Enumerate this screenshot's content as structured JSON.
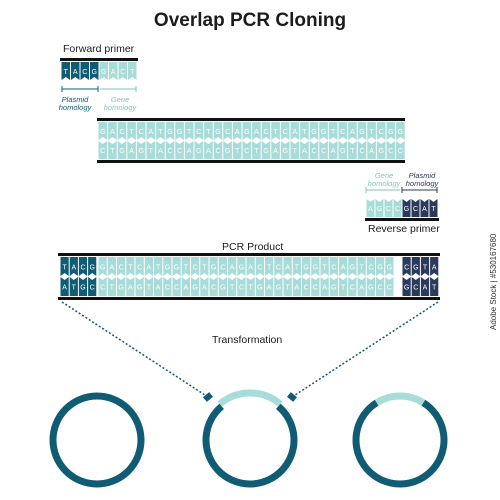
{
  "title": "Overlap PCR Cloning",
  "forward_primer": {
    "label": "Forward primer",
    "plasmid_bases": [
      "T",
      "A",
      "C",
      "G"
    ],
    "gene_bases": [
      "G",
      "A",
      "C",
      "T"
    ],
    "plasmid_homology": "Plasmid homology",
    "gene_homology": "Gene homology"
  },
  "gene": {
    "top_strand": [
      "G",
      "A",
      "C",
      "T",
      "C",
      "A",
      "T",
      "G",
      "G",
      "T",
      "C",
      "T",
      "G",
      "C",
      "A",
      "G",
      "A",
      "C",
      "T",
      "C",
      "A",
      "T",
      "G",
      "G",
      "T",
      "C",
      "A",
      "G",
      "T",
      "C",
      "G",
      "G"
    ],
    "bottom_strand": [
      "C",
      "T",
      "G",
      "A",
      "G",
      "T",
      "A",
      "C",
      "C",
      "A",
      "G",
      "A",
      "C",
      "G",
      "T",
      "C",
      "T",
      "G",
      "A",
      "G",
      "T",
      "A",
      "C",
      "C",
      "A",
      "G",
      "T",
      "C",
      "A",
      "G",
      "C",
      "C"
    ]
  },
  "reverse_primer": {
    "label": "Reverse primer",
    "gene_bases": [
      "A",
      "G",
      "C",
      "C"
    ],
    "plasmid_bases": [
      "G",
      "C",
      "A",
      "T"
    ],
    "gene_homology": "Gene homology",
    "plasmid_homology": "Plasmid homology"
  },
  "pcr_product": {
    "label": "PCR Product",
    "left_top": [
      "T",
      "A",
      "C",
      "G"
    ],
    "left_bottom": [
      "A",
      "T",
      "G",
      "C"
    ],
    "mid_top": [
      "G",
      "A",
      "C",
      "T",
      "C",
      "A",
      "T",
      "G",
      "G",
      "T",
      "C",
      "T",
      "G",
      "C",
      "A",
      "G",
      "A",
      "C",
      "T",
      "C",
      "A",
      "T",
      "G",
      "G",
      "T",
      "C",
      "A",
      "G",
      "T",
      "C",
      "G",
      "G"
    ],
    "mid_bottom": [
      "C",
      "T",
      "G",
      "A",
      "G",
      "T",
      "A",
      "C",
      "C",
      "A",
      "G",
      "A",
      "C",
      "G",
      "T",
      "C",
      "T",
      "G",
      "A",
      "G",
      "T",
      "A",
      "C",
      "C",
      "A",
      "G",
      "T",
      "C",
      "A",
      "G",
      "C",
      "C"
    ],
    "right_top": [
      "C",
      "G",
      "T",
      "A"
    ],
    "right_bottom": [
      "G",
      "C",
      "A",
      "T"
    ]
  },
  "transformation": {
    "label": "Transformation"
  },
  "side_text": "Adobe Stock | #530167680",
  "colors": {
    "dark": "#0f5c74",
    "light": "#a8dcd8",
    "navy": "#293a5c",
    "text": "#1c1c1c",
    "line": "#111111",
    "white": "#ffffff"
  }
}
